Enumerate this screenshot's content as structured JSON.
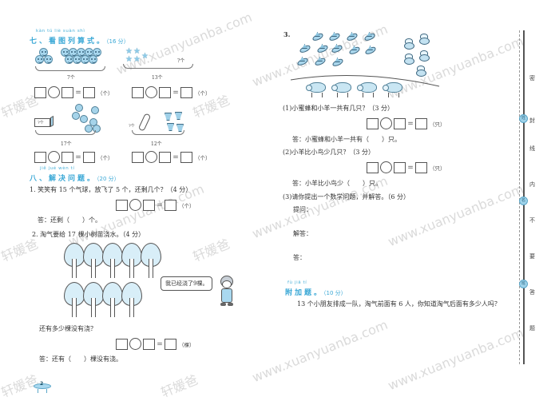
{
  "page": {
    "page_number": "2",
    "watermark_cn": "轩媛爸",
    "watermark_url": "www.xuanyuanba.com"
  },
  "section7": {
    "pinyin": "kàn tú liè suàn shì",
    "title": "七、看图列算式。",
    "score": "（16 分）",
    "q_a": {
      "total_label": "7个",
      "unit": "（个）"
    },
    "q_b": {
      "unknown_label": "?个",
      "total_label": "13个",
      "unit": "（个）"
    },
    "q_c": {
      "box_label": "?个",
      "total_label": "17个",
      "unit": "（个）"
    },
    "q_d": {
      "unknown_label": "?个",
      "total_label": "12个",
      "unit": "（个）"
    }
  },
  "section8": {
    "pinyin": "jiě jué wèn tí",
    "title": "八、解决问题。",
    "score": "（20 分）",
    "q1": {
      "text": "1. 笑笑有 15 个气球，放飞了 5 个，还剩几个？（4 分）",
      "unit": "（个）",
      "answer": "答：还剩（　　）个。"
    },
    "q2": {
      "text": "2. 淘气要给 17 棵小树苗浇水。（4 分）",
      "bubble": "我已经浇了9棵。",
      "question": "还有多少棵没有浇？",
      "unit": "（棵）",
      "answer": "答：还有（　　）棵没有浇。"
    },
    "q3": {
      "label": "3.",
      "sub1": {
        "text": "(1)小蜜蜂和小羊一共有几只？（3 分）",
        "unit": "（只）",
        "answer": "答：小蜜蜂和小羊一共有（　　）只。"
      },
      "sub2": {
        "text": "(2)小羊比小鸟少几只？（3 分）",
        "unit": "（只）",
        "answer": "答：小羊比小鸟少（　　）只。"
      },
      "sub3": {
        "text": "(3)请你提出一个数学问题，并解答。（6 分）",
        "ask": "提问：",
        "solve": "解答：",
        "answer": "答："
      }
    }
  },
  "bonus": {
    "pinyin": "fù jiā tí",
    "title": "附加题。",
    "score": "（10 分）",
    "text": "13 个小朋友排成一队，淘气前面有 6 人，你知道淘气后面有多少人吗？"
  },
  "binding": {
    "chars": [
      "密",
      "封",
      "线",
      "内",
      "不",
      "要",
      "答",
      "题"
    ],
    "dots": [
      "姓",
      "名",
      "班"
    ]
  },
  "colors": {
    "accent": "#3aa8d6",
    "illustration_fill": "#a9d8ef",
    "text": "#333333"
  }
}
